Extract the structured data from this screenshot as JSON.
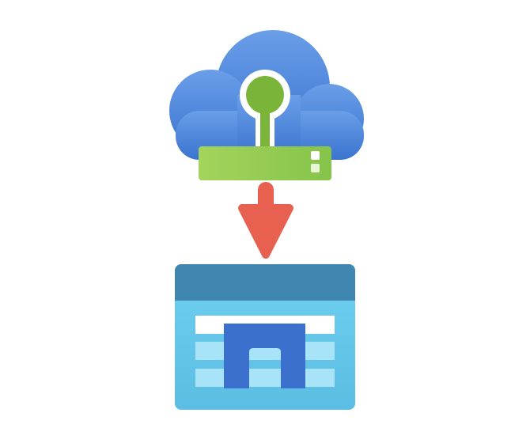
{
  "diagram": {
    "nodes": [
      {
        "id": "source",
        "icon": "cloud-gateway-icon"
      },
      {
        "id": "target",
        "icon": "file-share-storage-icon"
      }
    ],
    "edges": [
      {
        "from": "source",
        "to": "target",
        "icon": "arrow-down-icon"
      }
    ]
  },
  "colors": {
    "cloud_light": "#6a9ee8",
    "cloud_dark": "#3a74cf",
    "gateway_green_light": "#a3d45c",
    "gateway_green_dark": "#7ab53a",
    "gateway_indicator": "#ffffff",
    "arrow": "#e8604f",
    "storage_header": "#3f86b0",
    "storage_body": "#62c5e8",
    "storage_rows": "#a8e3f7",
    "storage_rows_light": "#ffffff",
    "share_glyph": "#3b71cc"
  }
}
